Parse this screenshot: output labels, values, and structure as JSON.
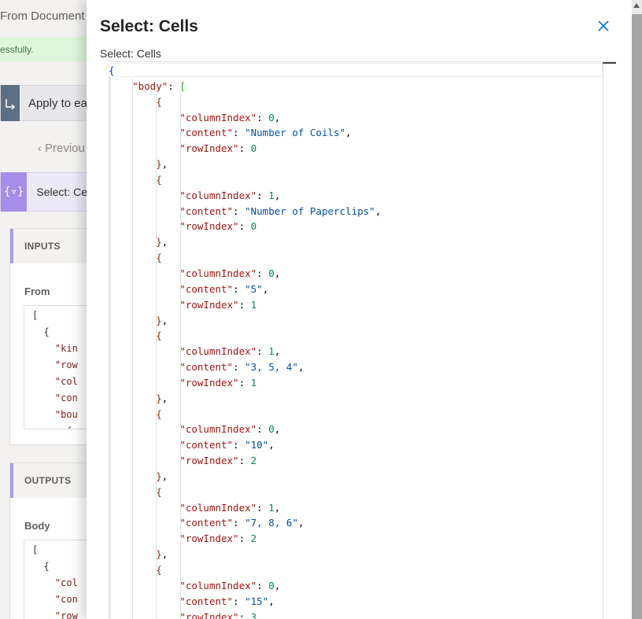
{
  "background": {
    "top_title": "From Document",
    "success_text": "essfully.",
    "apply_label": "Apply to ea",
    "previous_label": "Previou",
    "select_label": "Select: Ce",
    "select_icon": "{▿}",
    "inputs_header": "INPUTS",
    "inputs_field_label": "From",
    "inputs_code": [
      "[",
      "  {",
      "    \"kin",
      "    \"row",
      "    \"col",
      "    \"con",
      "    \"bou",
      "      {"
    ],
    "outputs_header": "OUTPUTS",
    "outputs_field_label": "Body",
    "outputs_code": [
      "[",
      "  {",
      "    \"col",
      "    \"con",
      "    \"row"
    ]
  },
  "modal": {
    "title": "Select: Cells",
    "sublabel": "Select: Cells",
    "close_icon": "close-icon"
  },
  "json_view": {
    "root_key": "body",
    "items": [
      {
        "columnIndex": 0,
        "content": "Number of Coils",
        "rowIndex": 0
      },
      {
        "columnIndex": 1,
        "content": "Number of Paperclips",
        "rowIndex": 0
      },
      {
        "columnIndex": 0,
        "content": "5",
        "rowIndex": 1
      },
      {
        "columnIndex": 1,
        "content": "3, 5, 4",
        "rowIndex": 1
      },
      {
        "columnIndex": 0,
        "content": "10",
        "rowIndex": 2
      },
      {
        "columnIndex": 1,
        "content": "7, 8, 6",
        "rowIndex": 2
      },
      {
        "columnIndex": 0,
        "content": "15",
        "rowIndex": 3
      }
    ]
  }
}
